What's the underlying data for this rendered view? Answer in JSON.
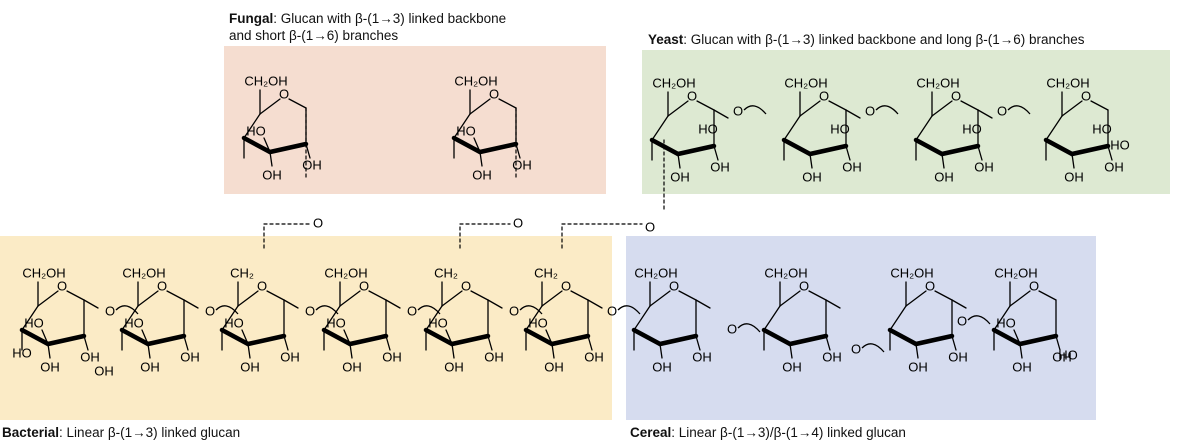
{
  "colors": {
    "fungal": "#f5ddd0",
    "yeast": "#dde9d2",
    "bacterial": "#fbebc6",
    "cereal": "#d6dcef",
    "ink": "#000000"
  },
  "captions": {
    "fungal": {
      "label": "Fungal",
      "text1": ": Glucan with β-(1→3) linked backbone",
      "text2": "and short β-(1→6) branches"
    },
    "yeast": {
      "label": "Yeast",
      "text": ": Glucan with β-(1→3) linked backbone and long β-(1→6) branches"
    },
    "bacterial": {
      "label": "Bacterial",
      "text": ": Linear β-(1→3) linked glucan"
    },
    "cereal": {
      "label": "Cereal",
      "text": ": Linear β-(1→3)/β-(1→4) linked glucan"
    }
  },
  "chem": {
    "ch2oh": "CH₂OH",
    "ch2": "CH₂",
    "oh": "OH",
    "ho": "HO",
    "o": "O"
  }
}
